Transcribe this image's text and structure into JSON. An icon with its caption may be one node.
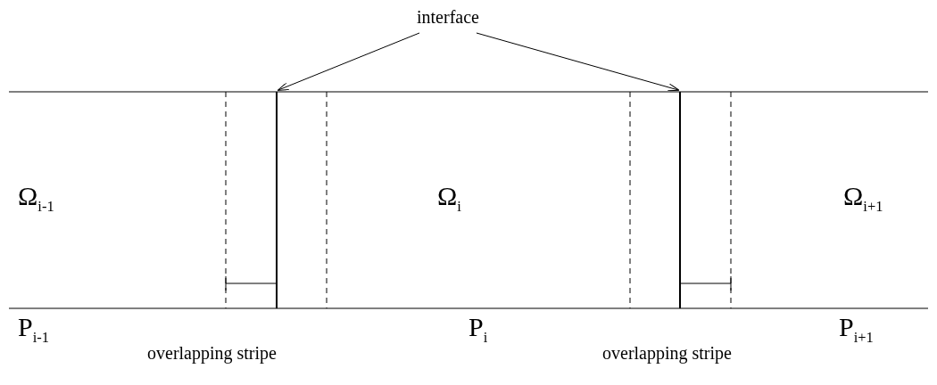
{
  "diagram": {
    "nodes": [
      {
        "text": [
          "interface"
        ]
      },
      {
        "text": [],
        "shape": "bar"
      },
      {
        "text": [],
        "shape": "bar"
      }
    ],
    "edges": [
      {
        "from": 0,
        "to": 1,
        "arrow": "to"
      },
      {
        "from": 0,
        "to": 2,
        "arrow": "to"
      }
    ],
    "labels": [
      "Ω$_{i-1}$",
      "Ω$_{i}$",
      "Ω$_{i+1}$",
      "P$_{i-1}$",
      "overlapping stripe",
      "P$_{i}$",
      "overlapping stripe",
      "P$_{i+1}$"
    ]
  }
}
